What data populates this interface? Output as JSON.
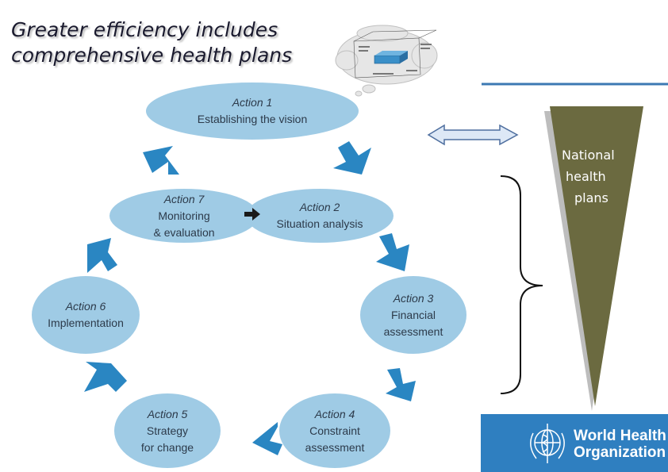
{
  "title": {
    "line1": "Greater efficiency includes",
    "line2": "comprehensive health plans"
  },
  "cycle": [
    {
      "id": "action-1",
      "label": "Action 1",
      "text": [
        "Establishing the vision"
      ]
    },
    {
      "id": "action-2",
      "label": "Action 2",
      "text": [
        "Situation analysis"
      ]
    },
    {
      "id": "action-3",
      "label": "Action 3",
      "text": [
        "Financial",
        "assessment"
      ]
    },
    {
      "id": "action-4",
      "label": "Action 4",
      "text": [
        "Constraint",
        "assessment"
      ]
    },
    {
      "id": "action-5",
      "label": "Action 5",
      "text": [
        "Strategy",
        "for change"
      ]
    },
    {
      "id": "action-6",
      "label": "Action 6",
      "text": [
        "Implementation"
      ]
    },
    {
      "id": "action-7",
      "label": "Action 7",
      "text": [
        "Monitoring",
        "& evaluation"
      ]
    }
  ],
  "national_plans": {
    "lines": [
      "National",
      "health",
      "plans"
    ]
  },
  "who_logo": {
    "lines": [
      "World Health",
      "Organization"
    ]
  },
  "colors": {
    "oval": "#9fcbe5",
    "cycle_arrow": "#2a86c2",
    "triangle": "#6b6a40",
    "triangle_shadow": "#bdbdbd",
    "double_arrow_fill": "#dde8f6",
    "double_arrow_stroke": "#4f6f9f",
    "divider": "#3c79b3",
    "who_blue": "#2f7fc0"
  },
  "icons": [
    "cloud-thumbnail-icon",
    "double-headed-arrow-icon",
    "right-brace-icon",
    "small-black-arrow-icon",
    "who-emblem-icon"
  ]
}
